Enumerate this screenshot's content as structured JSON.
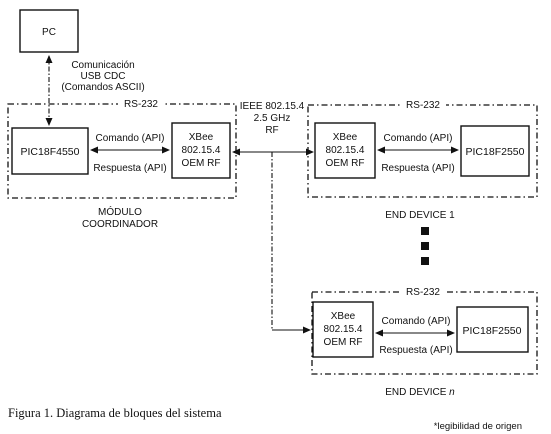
{
  "pc": {
    "label": "PC"
  },
  "usb": {
    "line1": "Comunicación",
    "line2": "USB CDC",
    "line3": "(Comandos ASCII)"
  },
  "ieee": {
    "line1": "IEEE 802.15.4",
    "line2": "2.5 GHz",
    "line3": "RF"
  },
  "coordinator": {
    "rs232": "RS-232",
    "pic": "PIC18F4550",
    "xbee": [
      "XBee",
      "802.15.4",
      "OEM RF"
    ],
    "cmd": "Comando (API)",
    "resp": "Respuesta (API)",
    "caption_line1": "MÓDULO",
    "caption_line2": "COORDINADOR"
  },
  "end1": {
    "rs232": "RS-232",
    "pic": "PIC18F2550",
    "xbee": [
      "XBee",
      "802.15.4",
      "OEM RF"
    ],
    "cmd": "Comando (API)",
    "resp": "Respuesta (API)",
    "caption": "END DEVICE 1"
  },
  "endn": {
    "rs232": "RS-232",
    "pic": "PIC18F2550",
    "xbee": [
      "XBee",
      "802.15.4",
      "OEM RF"
    ],
    "cmd": "Comando (API)",
    "resp": "Respuesta (API)",
    "caption": "END DEVICE ",
    "caption_n": "n"
  },
  "figure": {
    "caption": "Figura 1.  Diagrama de bloques del sistema"
  },
  "note": "*legibilidad de origen"
}
